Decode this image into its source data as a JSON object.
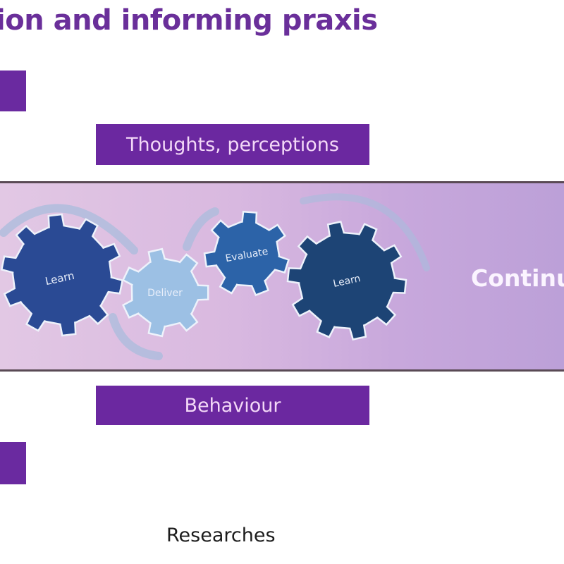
{
  "title": "ion and informing praxis",
  "boxes": {
    "thoughts": "Thoughts, perceptions",
    "behaviour": "Behaviour"
  },
  "band": {
    "label": "Continuous",
    "gears": [
      {
        "label": "Learn",
        "color": "#2a4a94"
      },
      {
        "label": "Deliver",
        "color": "#9cc0e4"
      },
      {
        "label": "Evaluate",
        "color": "#2c63a8"
      },
      {
        "label": "Learn",
        "color": "#1d4475"
      }
    ]
  },
  "footer": "Researches",
  "colors": {
    "accent_purple": "#6b28a0",
    "title_purple": "#6a2f9a"
  }
}
